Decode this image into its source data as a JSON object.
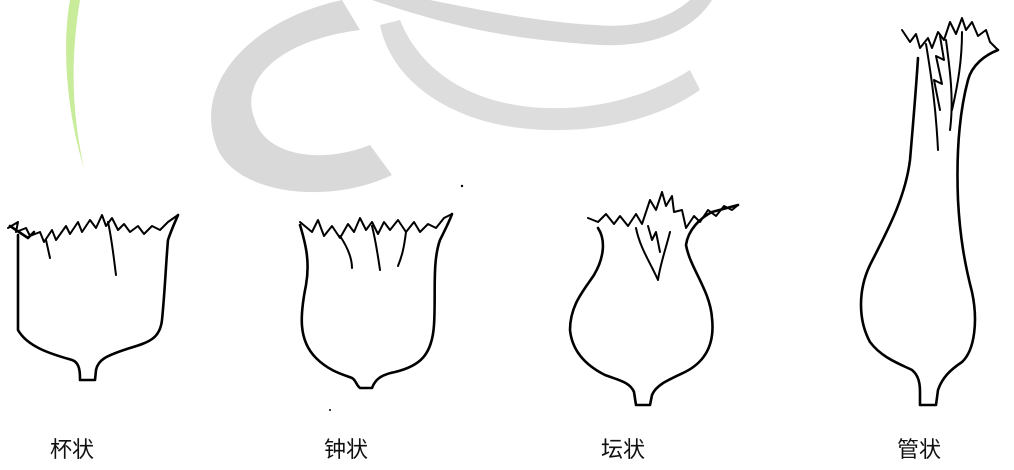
{
  "labels": {
    "cup": "杯状",
    "bell": "钟状",
    "urn": "坛状",
    "tube": "管状"
  },
  "colors": {
    "watermark_gray": "#d9d9d9",
    "watermark_green": "#c8ec9a",
    "line": "#000000"
  }
}
